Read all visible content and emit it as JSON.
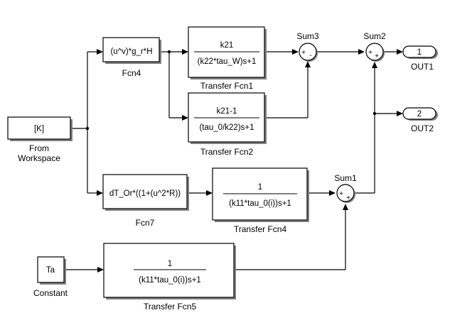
{
  "blocks": {
    "from_workspace": {
      "content": "[K]",
      "label_line1": "From",
      "label_line2": "Workspace"
    },
    "fcn4": {
      "content": "(u^v)*g_r*H",
      "label": "Fcn4"
    },
    "fcn7": {
      "content": "dT_Or*((1+(u^2*R))",
      "label": "Fcn7"
    },
    "transfer_fcn1": {
      "num": "k21",
      "den": "(k22*tau_W)s+1",
      "label": "Transfer Fcn1"
    },
    "transfer_fcn2": {
      "num": "k21-1",
      "den": "(tau_0/k22)s+1",
      "label": "Transfer Fcn2"
    },
    "transfer_fcn4": {
      "num": "1",
      "den": "(k11*tau_0(i))s+1",
      "label": "Transfer Fcn4"
    },
    "transfer_fcn5": {
      "num": "1",
      "den": "(k11*tau_0(i))s+1",
      "label": "Transfer Fcn5"
    },
    "constant": {
      "content": "Ta",
      "label": "Constant"
    },
    "sum1": {
      "label": "Sum1",
      "signs": [
        "+",
        "+"
      ]
    },
    "sum2": {
      "label": "Sum2",
      "signs": [
        "+",
        "+"
      ]
    },
    "sum3": {
      "label": "Sum3",
      "signs": [
        "+",
        "-"
      ]
    },
    "out1": {
      "port": "1",
      "label": "OUT1"
    },
    "out2": {
      "port": "2",
      "label": "OUT2"
    }
  }
}
